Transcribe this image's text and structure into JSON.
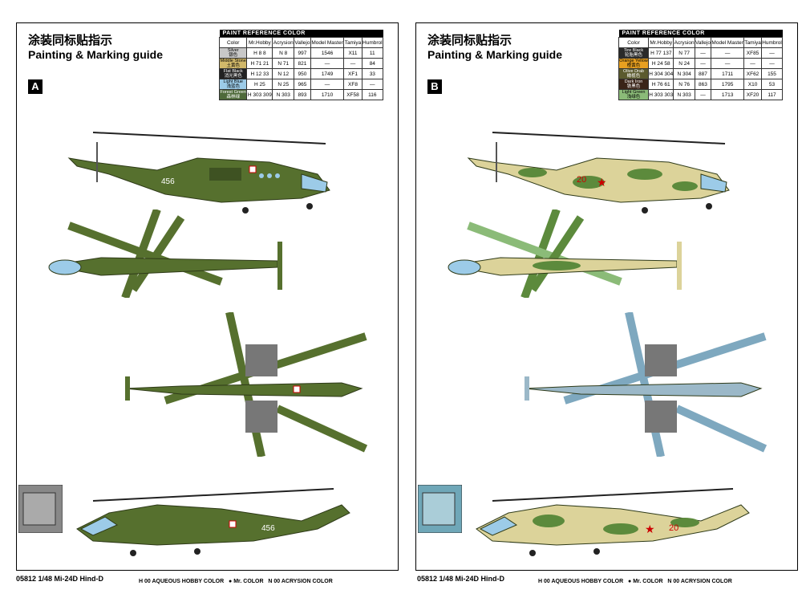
{
  "headings": {
    "cn": "涂装同标贴指示",
    "en": "Painting & Marking guide"
  },
  "table": {
    "title": "PAINT REFERENCE COLOR",
    "columns": [
      "Color",
      "Mr.Hobby",
      "Acrysion",
      "Vallejo",
      "Model Master",
      "Tamiya",
      "Humbrol"
    ]
  },
  "pageA": {
    "label": "A",
    "rows": [
      {
        "color_en": "Silver",
        "color_cn": "银色",
        "swatch": "#c8c8c8",
        "mrhobby": "H 8 8",
        "acrysion": "N 8",
        "vallejo": "997",
        "modelmaster": "1546",
        "tamiya": "X11",
        "humbrol": "11"
      },
      {
        "color_en": "Middle Stone",
        "color_cn": "土黄色",
        "swatch": "#d2b96a",
        "mrhobby": "H 71 21",
        "acrysion": "N 71",
        "vallejo": "821",
        "modelmaster": "—",
        "tamiya": "—",
        "humbrol": "84"
      },
      {
        "color_en": "Flat Black",
        "color_cn": "消光黑色",
        "swatch": "#222222",
        "mrhobby": "H 12 33",
        "acrysion": "N 12",
        "vallejo": "950",
        "modelmaster": "1749",
        "tamiya": "XF1",
        "humbrol": "33"
      },
      {
        "color_en": "Light Blue",
        "color_cn": "浅蓝色",
        "swatch": "#9ccbe8",
        "mrhobby": "H 25",
        "acrysion": "N 25",
        "vallejo": "965",
        "modelmaster": "—",
        "tamiya": "XF8",
        "humbrol": "—"
      },
      {
        "color_en": "Forest Green",
        "color_cn": "森林绿",
        "swatch": "#4e6a3a",
        "mrhobby": "H 303 309",
        "acrysion": "N 303",
        "vallejo": "893",
        "modelmaster": "1710",
        "tamiya": "XF58",
        "humbrol": "116"
      }
    ]
  },
  "pageB": {
    "label": "B",
    "rows": [
      {
        "color_en": "Tire Black",
        "color_cn": "轮胎黑色",
        "swatch": "#2a2a2a",
        "mrhobby": "H 77 137",
        "acrysion": "N 77",
        "vallejo": "—",
        "modelmaster": "—",
        "tamiya": "XF85",
        "humbrol": "—"
      },
      {
        "color_en": "Orange Yellow",
        "color_cn": "橙黄色",
        "swatch": "#e8a020",
        "mrhobby": "H 24 58",
        "acrysion": "N 24",
        "vallejo": "—",
        "modelmaster": "—",
        "tamiya": "—",
        "humbrol": "—"
      },
      {
        "color_en": "Olive Drab",
        "color_cn": "橄榄色",
        "swatch": "#5b5a2e",
        "mrhobby": "H 304 304",
        "acrysion": "N 304",
        "vallejo": "887",
        "modelmaster": "1711",
        "tamiya": "XF62",
        "humbrol": "155"
      },
      {
        "color_en": "Dark Iron",
        "color_cn": "铁黑色",
        "swatch": "#3a2418",
        "mrhobby": "H 76 61",
        "acrysion": "N 76",
        "vallejo": "863",
        "modelmaster": "1795",
        "tamiya": "X10",
        "humbrol": "53"
      },
      {
        "color_en": "Light Green",
        "color_cn": "浅绿色",
        "swatch": "#8bbb78",
        "mrhobby": "H 303 303",
        "acrysion": "N 303",
        "vallejo": "—",
        "modelmaster": "1713",
        "tamiya": "XF20",
        "humbrol": "117"
      }
    ]
  },
  "legend": {
    "aqueous": "H 00 AQUEOUS HOBBY COLOR",
    "mr": "Mr. COLOR",
    "acrysion": "N 00 ACRYSION COLOR"
  },
  "footerA": "05812 1/48 Mi-24D Hind-D",
  "footerB": "05812 1/48 Mi-24D Hind-D",
  "serial_a": "456",
  "serial_b": "20",
  "colors": {
    "green": "#56702e",
    "darkgreen": "#3e5222",
    "blue": "#7ea8bf",
    "sand": "#dcd39a",
    "camo": "#5c8a3c"
  }
}
